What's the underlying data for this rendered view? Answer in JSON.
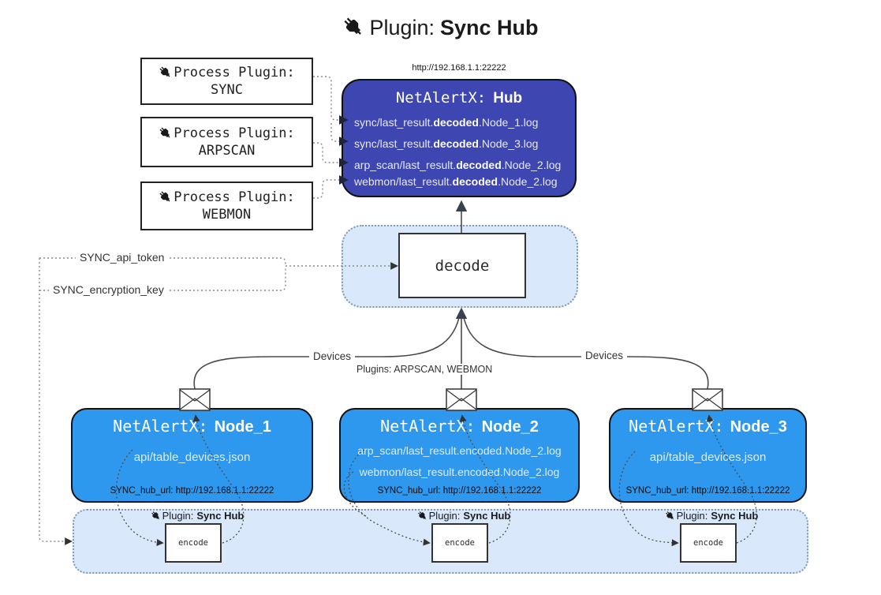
{
  "title": {
    "prefix": "Plugin:",
    "name": "Sync Hub"
  },
  "process_plugins": [
    {
      "label": "Process Plugin:",
      "name": "SYNC"
    },
    {
      "label": "Process Plugin:",
      "name": "ARPSCAN"
    },
    {
      "label": "Process Plugin:",
      "name": "WEBMON"
    }
  ],
  "hub": {
    "url": "http://192.168.1.1:22222",
    "title_prefix": "NetAlertX:",
    "title_name": "Hub",
    "logs": [
      {
        "pre": "sync/last_result.",
        "bold": "decoded",
        "post": ".Node_1.log"
      },
      {
        "pre": "sync/last_result.",
        "bold": "decoded",
        "post": ".Node_3.log"
      },
      {
        "pre": "arp_scan/last_result.",
        "bold": "decoded",
        "post": ".Node_2.log"
      },
      {
        "pre": "webmon/last_result.",
        "bold": "decoded",
        "post": ".Node_2.log"
      }
    ]
  },
  "decode": {
    "label": "decode"
  },
  "encode": {
    "label": "encode",
    "plugin_prefix": "Plugin:",
    "plugin_name": "Sync Hub"
  },
  "labels": {
    "api_token": "SYNC_api_token",
    "encryption_key": "SYNC_encryption_key",
    "devices_left": "Devices",
    "devices_right": "Devices",
    "plugins_mid": "Plugins: ARPSCAN, WEBMON"
  },
  "nodes": [
    {
      "title_prefix": "NetAlertX:",
      "title_name": "Node_1",
      "files": [
        "api/table_devices.json"
      ],
      "hub_url": "SYNC_hub_url: http://192.168.1.1:22222"
    },
    {
      "title_prefix": "NetAlertX:",
      "title_name": "Node_2",
      "files": [
        "arp_scan/last_result.encoded.Node_2.log",
        "webmon/last_result.encoded.Node_2.log"
      ],
      "hub_url": "SYNC_hub_url: http://192.168.1.1:22222"
    },
    {
      "title_prefix": "NetAlertX:",
      "title_name": "Node_3",
      "files": [
        "api/table_devices.json"
      ],
      "hub_url": "SYNC_hub_url: http://192.168.1.1:22222"
    }
  ],
  "icons": {
    "plug": "plug-icon",
    "envelope": "envelope-icon"
  },
  "colors": {
    "hub_fill": "#3E46B2",
    "node_fill": "#2E97EE",
    "panel_fill": "#D9E9FB",
    "panel_border": "#7F98B3",
    "edge_line": "#4A4A4A",
    "arrow_dark": "#20263A"
  }
}
